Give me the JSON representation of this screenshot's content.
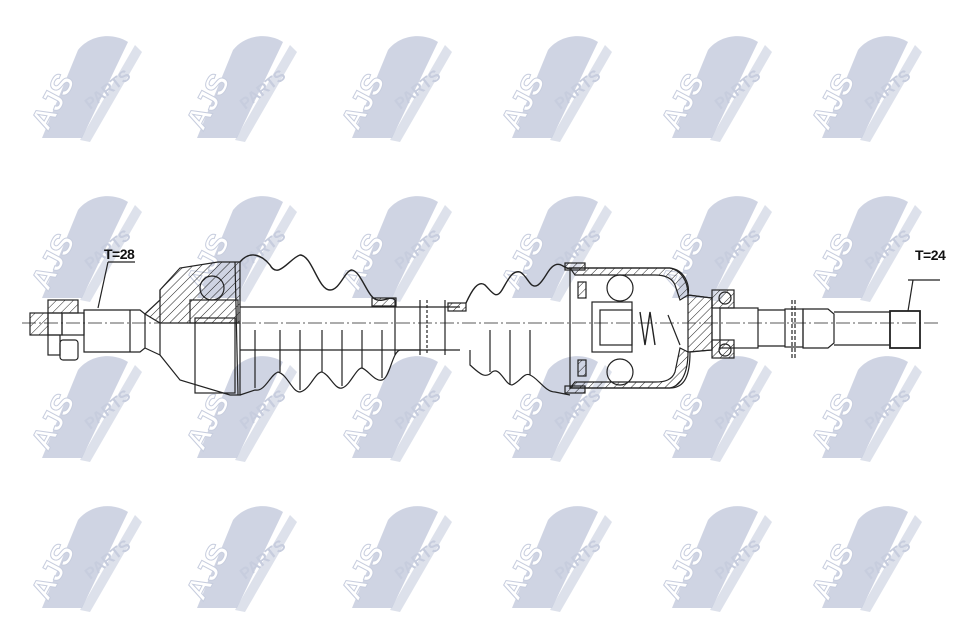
{
  "diagram": {
    "title": "Drive shaft (CV axle) technical drawing",
    "watermark": {
      "text_main": "AJS",
      "text_sub": "PARTS",
      "color": "#c7cdde",
      "grid": {
        "cols": [
          20,
          175,
          330,
          490,
          650,
          800
        ],
        "rows": [
          20,
          180,
          340,
          490
        ]
      }
    },
    "labels": {
      "left_spline": "T=28",
      "right_spline": "T=24"
    },
    "components": [
      {
        "name": "left-outer-stub",
        "desc": "Outer stub with nut, T=28 spline"
      },
      {
        "name": "outer-cv-joint",
        "desc": "Fixed outer CV joint (hatched housing)"
      },
      {
        "name": "outer-boot",
        "desc": "Convoluted rubber boot"
      },
      {
        "name": "center-shaft",
        "desc": "Intermediate shaft"
      },
      {
        "name": "inner-boot",
        "desc": "Inner convoluted boot"
      },
      {
        "name": "inner-tripod-joint",
        "desc": "Inner plunging joint with spring"
      },
      {
        "name": "right-stub",
        "desc": "Inner stub with bearing, T=24 spline"
      }
    ],
    "line_color": "#222222"
  }
}
